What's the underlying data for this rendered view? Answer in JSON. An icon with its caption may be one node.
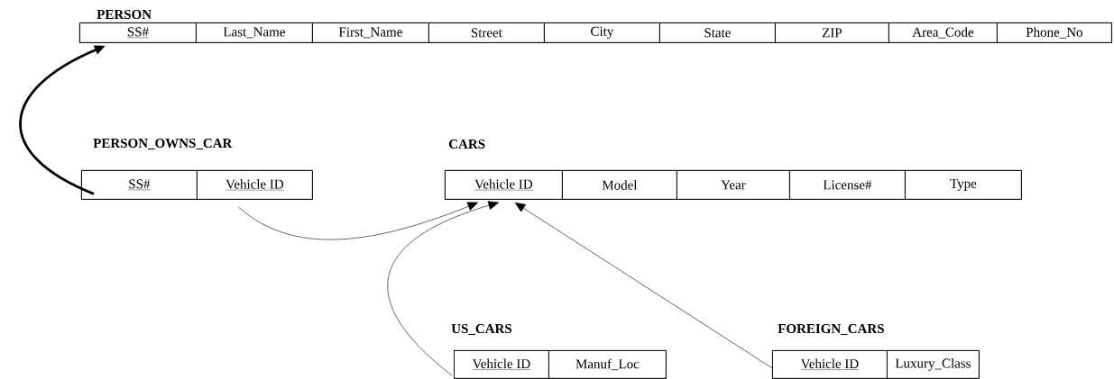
{
  "diagram": {
    "nodes": [
      {
        "text": [
          "PERSON"
        ]
      },
      {
        "text": [
          "SS#"
        ],
        "in": 0
      },
      {
        "text": [
          "Last_Name"
        ],
        "in": 0
      },
      {
        "text": [
          "First_Name"
        ],
        "in": 0
      },
      {
        "text": [
          "Street"
        ],
        "in": 0
      },
      {
        "text": [
          "City"
        ],
        "in": 0
      },
      {
        "text": [
          "State"
        ],
        "in": 0
      },
      {
        "text": [
          "ZIP"
        ],
        "in": 0
      },
      {
        "text": [
          "Area_Code"
        ],
        "in": 0
      },
      {
        "text": [
          "Phone_No"
        ],
        "in": 0
      },
      {
        "text": [
          "PERSON_OWNS_CAR"
        ]
      },
      {
        "text": [
          "SS#"
        ],
        "in": 10
      },
      {
        "text": [
          "Vehicle ID"
        ],
        "in": 10
      },
      {
        "text": [
          "CARS"
        ]
      },
      {
        "text": [
          "Vehicle ID"
        ],
        "in": 13
      },
      {
        "text": [
          "Model"
        ],
        "in": 13
      },
      {
        "text": [
          "Year"
        ],
        "in": 13
      },
      {
        "text": [
          "License#"
        ],
        "in": 13
      },
      {
        "text": [
          "Type"
        ],
        "in": 13
      },
      {
        "text": [
          "US_CARS"
        ]
      },
      {
        "text": [
          "Vehicle ID"
        ],
        "in": 19
      },
      {
        "text": [
          "Manuf_Loc"
        ],
        "in": 19
      },
      {
        "text": [
          "FOREIGN_CARS"
        ]
      },
      {
        "text": [
          "Vehicle ID"
        ],
        "in": 22
      },
      {
        "text": [
          "Luxury_Class"
        ],
        "in": 22
      }
    ],
    "edges": [
      {
        "from": 11,
        "to": 1,
        "arrow": "to",
        "style": "thick"
      },
      {
        "from": 12,
        "to": 14,
        "arrow": "to"
      },
      {
        "from": 20,
        "to": 14,
        "arrow": "to"
      },
      {
        "from": 23,
        "to": 14,
        "arrow": "to"
      }
    ]
  }
}
